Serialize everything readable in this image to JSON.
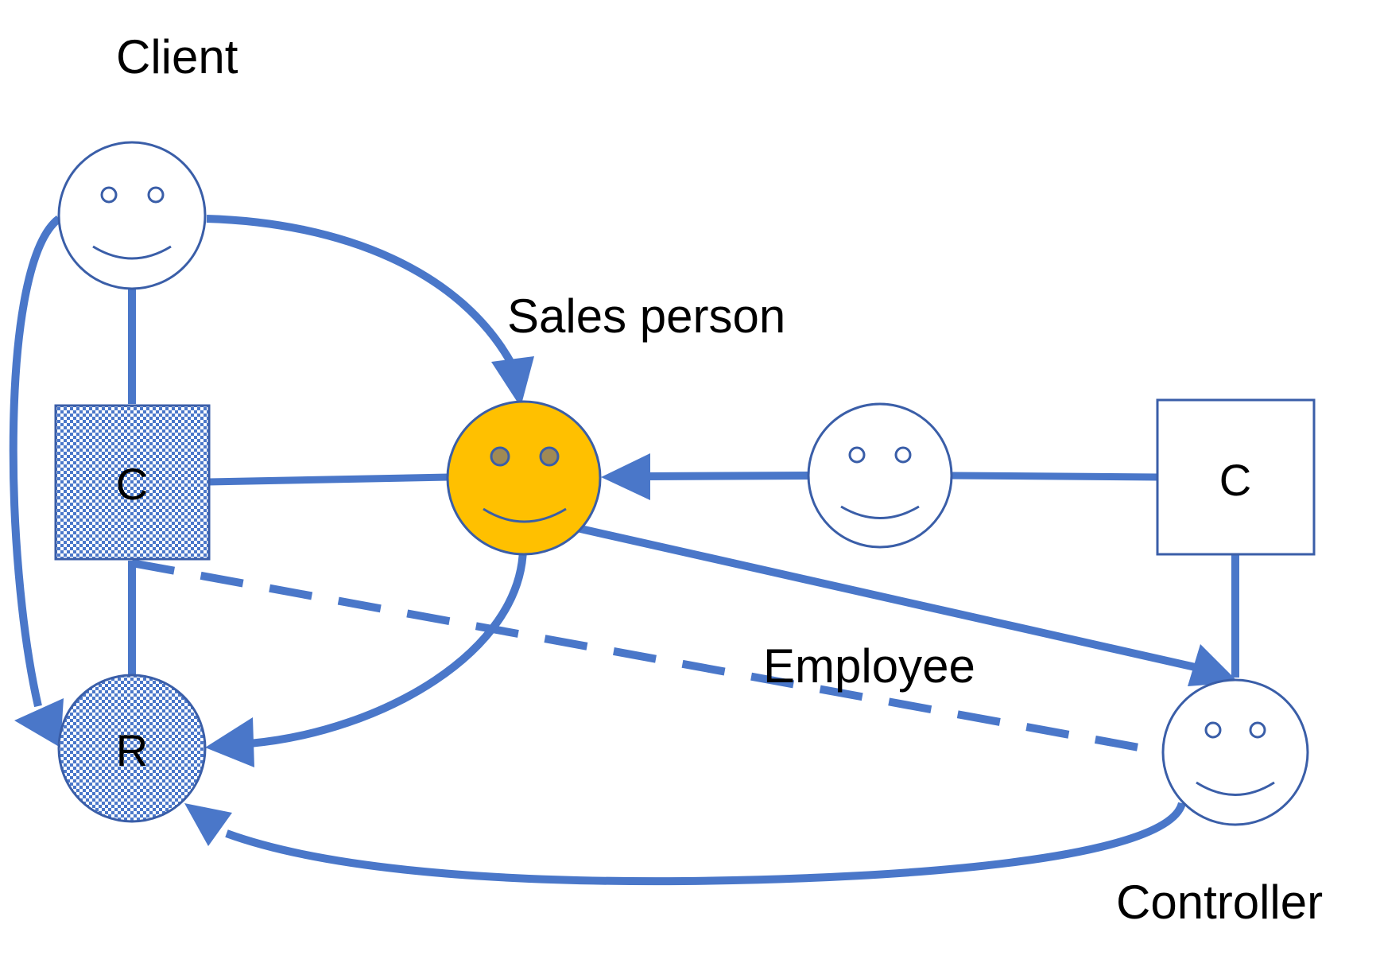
{
  "colors": {
    "edge": "#4a77c9",
    "outline": "#3a5ea8",
    "sales_fill": "#ffc000",
    "sales_eye": "#a08a55",
    "background": "#ffffff"
  },
  "labels": {
    "client": "Client",
    "sales_person": "Sales person",
    "employee": "Employee",
    "controller": "Controller"
  },
  "nodes": {
    "client_contract": {
      "letter": "C",
      "style": "dotted-fill"
    },
    "employee_contract": {
      "letter": "C",
      "style": "plain"
    },
    "resource": {
      "letter": "R",
      "style": "dotted-fill"
    },
    "client_face": {
      "icon": "smiley-face-icon"
    },
    "sales_face": {
      "icon": "smiley-face-icon"
    },
    "employee_face": {
      "icon": "smiley-face-icon"
    },
    "controller_face": {
      "icon": "smiley-face-icon"
    }
  }
}
